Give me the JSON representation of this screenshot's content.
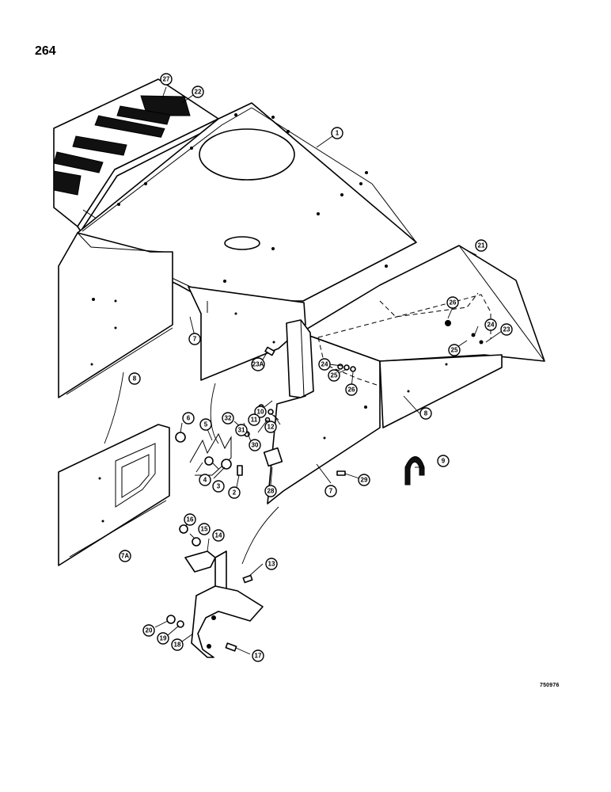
{
  "page": {
    "page_number": "264",
    "drawing_code": "750976"
  },
  "callouts": [
    {
      "id": "c1",
      "label": "1"
    },
    {
      "id": "c2",
      "label": "2"
    },
    {
      "id": "c3",
      "label": "3"
    },
    {
      "id": "c4",
      "label": "4"
    },
    {
      "id": "c5",
      "label": "5"
    },
    {
      "id": "c6",
      "label": "6"
    },
    {
      "id": "c7a",
      "label": "7"
    },
    {
      "id": "c7b",
      "label": "7"
    },
    {
      "id": "c7A",
      "label": "7A"
    },
    {
      "id": "c8a",
      "label": "8"
    },
    {
      "id": "c8b",
      "label": "8"
    },
    {
      "id": "c9",
      "label": "9"
    },
    {
      "id": "c10",
      "label": "10"
    },
    {
      "id": "c11",
      "label": "11"
    },
    {
      "id": "c12",
      "label": "12"
    },
    {
      "id": "c13",
      "label": "13"
    },
    {
      "id": "c14",
      "label": "14"
    },
    {
      "id": "c15",
      "label": "15"
    },
    {
      "id": "c16",
      "label": "16"
    },
    {
      "id": "c17",
      "label": "17"
    },
    {
      "id": "c18",
      "label": "18"
    },
    {
      "id": "c19",
      "label": "19"
    },
    {
      "id": "c20",
      "label": "20"
    },
    {
      "id": "c21",
      "label": "21"
    },
    {
      "id": "c22",
      "label": "22"
    },
    {
      "id": "c23",
      "label": "23"
    },
    {
      "id": "c23A",
      "label": "23A"
    },
    {
      "id": "c24a",
      "label": "24"
    },
    {
      "id": "c24b",
      "label": "24"
    },
    {
      "id": "c25a",
      "label": "25"
    },
    {
      "id": "c25b",
      "label": "25"
    },
    {
      "id": "c26a",
      "label": "26"
    },
    {
      "id": "c26b",
      "label": "26"
    },
    {
      "id": "c27",
      "label": "27"
    },
    {
      "id": "c28",
      "label": "28"
    },
    {
      "id": "c29",
      "label": "29"
    },
    {
      "id": "c30",
      "label": "30"
    },
    {
      "id": "c31",
      "label": "31"
    },
    {
      "id": "c32",
      "label": "32"
    }
  ]
}
